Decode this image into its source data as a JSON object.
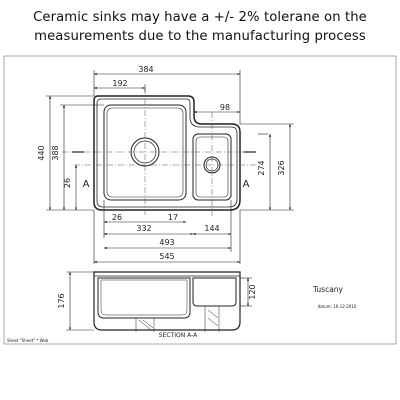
{
  "notice": {
    "line1": "Ceramic sinks may have a +/- 2% tolerane on the",
    "line2": "measurements due to the manufacturing process"
  },
  "dimensions": {
    "overall_width": "384",
    "main_bowl_center": "192",
    "small_bowl_width": "98",
    "overall_height": "440",
    "main_bowl_height": "388",
    "rim_offset": "26",
    "small_bowl_height": "274",
    "small_bowl_outer_height": "326",
    "bottom_left_offset": "26",
    "bottom_mid_offset": "17",
    "main_bowl_width": "332",
    "small_bowl_bottom_width": "144",
    "inner_total_width": "493",
    "outer_total_width": "545",
    "section_depth": "176",
    "small_bowl_depth": "120"
  },
  "section_markers": {
    "left": "A",
    "right": "A",
    "section_label": "SECTION A-A"
  },
  "title_block": {
    "product": "Tuscany",
    "date": "datum: 16-12-2010",
    "sheet": "Sheet \"Sheet\" * Web"
  },
  "colors": {
    "line": "#222222",
    "frame": "#888888",
    "background": "#ffffff"
  }
}
